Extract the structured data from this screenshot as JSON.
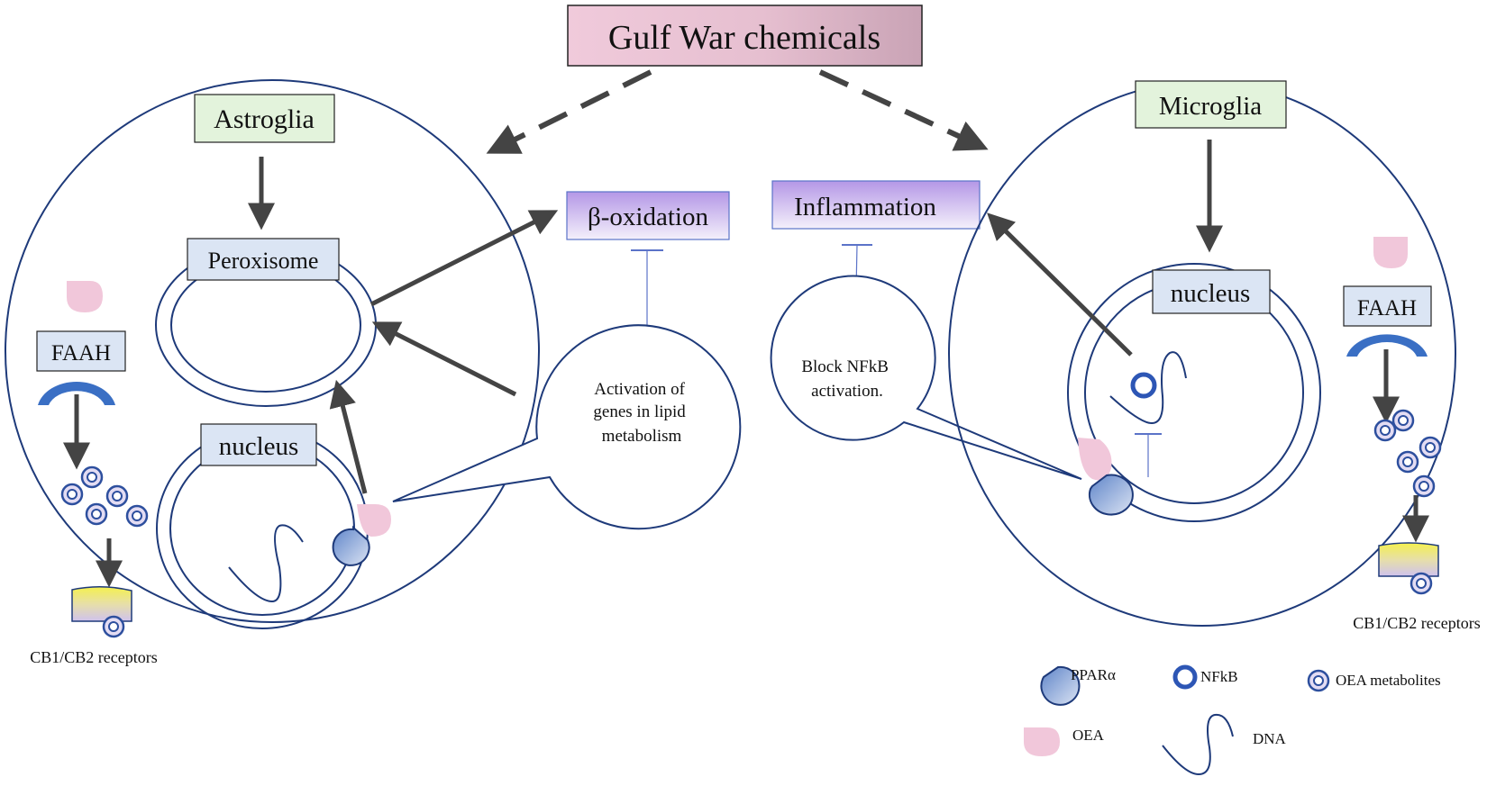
{
  "title": "Gulf War chemicals",
  "left_cell": {
    "label": "Astroglia",
    "peroxisome": "Peroxisome",
    "nucleus": "nucleus",
    "enzyme": "FAAH",
    "receptor": "CB1/CB2 receptors"
  },
  "right_cell": {
    "label": "Microglia",
    "nucleus": "nucleus",
    "enzyme": "FAAH",
    "receptor": "CB1/CB2 receptors"
  },
  "outcomes": {
    "beta_oxidation": "β-oxidation",
    "inflammation": "Inflammation"
  },
  "callouts": {
    "left": [
      "Activation of",
      "genes in lipid",
      "metabolism"
    ],
    "right": [
      "Block NFkB",
      "activation."
    ]
  },
  "legend": {
    "ppar": "PPARα",
    "nfkb": "NFkB",
    "oea_metabolites": "OEA metabolites",
    "oea": "OEA",
    "dna": "DNA"
  },
  "colors": {
    "outline": "#1e3a7a",
    "arrow": "#444444",
    "label_box_green": "#e3f3dc",
    "label_box_blue": "#dbe5f4",
    "oea_pink": "#f1c7da",
    "faah_blue": "#3a6fc4",
    "receptor_yellow": "#f3f05a",
    "receptor_lavender": "#d4c6ec",
    "purple_box_top": "#b79be6",
    "title_box": "#e9c3d3"
  }
}
